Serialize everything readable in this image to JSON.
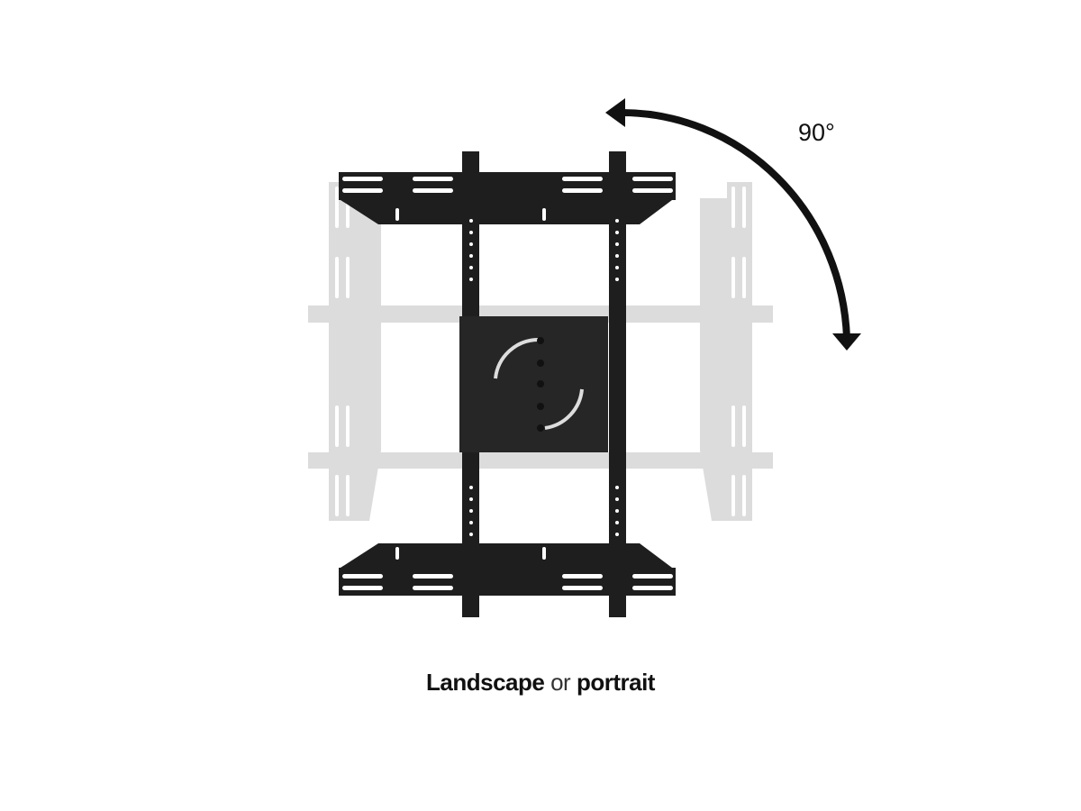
{
  "rotation": {
    "angle_label": "90°"
  },
  "caption": {
    "word1": "Landscape",
    "word2": "or",
    "word3": "portrait"
  },
  "colors": {
    "mount": "#1e1e1e",
    "ghost": "#dcdcdc",
    "arrow": "#111111",
    "background": "#ffffff"
  }
}
